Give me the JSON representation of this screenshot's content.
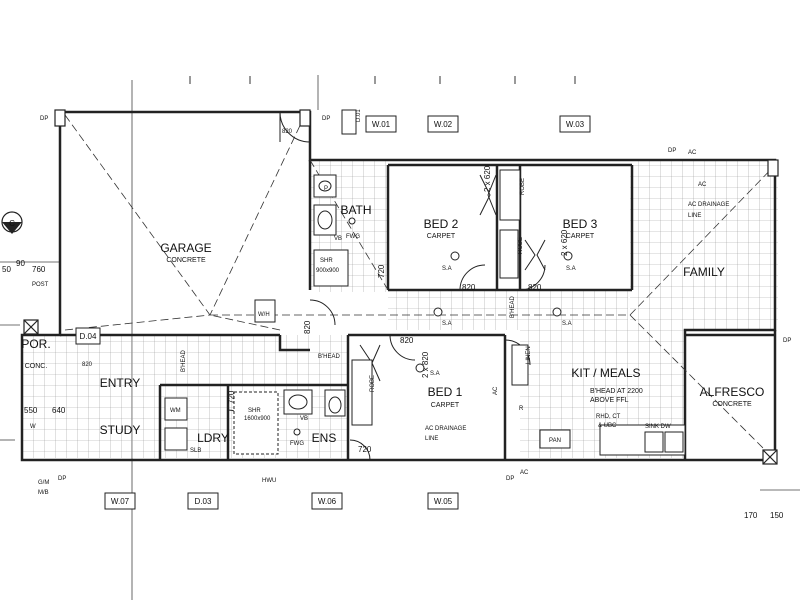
{
  "rooms": {
    "garage": "GARAGE",
    "garage_floor": "CONCRETE",
    "bath": "BATH",
    "bed2": "BED 2",
    "bed2_floor": "CARPET",
    "bed3": "BED 3",
    "bed3_floor": "CARPET",
    "family": "FAMILY",
    "entry": "ENTRY",
    "study": "STUDY",
    "ldry": "LDRY",
    "ens": "ENS",
    "bed1": "BED 1",
    "bed1_floor": "CARPET",
    "kit": "KIT / MEALS",
    "alfresco": "ALFRESCO",
    "alfresco_floor": "CONCRETE",
    "por": "POR.",
    "por_floor": "CONC."
  },
  "labels": {
    "robe": "ROBE",
    "linen": "LINEN",
    "pan": "PAN",
    "bhead": "B'HEAD",
    "bhead_kit": "B'HEAD AT 2200",
    "above_ffl": "ABOVE FFL",
    "rhd": "RHD, CT",
    "ubc": "& UBC",
    "sink_dw": "SINK DW",
    "ac_drainage": "AC DRAINAGE",
    "line": "LINE",
    "ac": "AC",
    "sa": "S.A",
    "shr": "SHR",
    "shr_size": "900x900",
    "shr2": "SHR",
    "shr2_size": "1600x900",
    "vb": "VB",
    "fwg": "FWG",
    "hwu": "HWU",
    "wm": "WM",
    "slb": "SLB",
    "dp": "DP",
    "post": "POST",
    "gm": "G/M",
    "mb": "M/B",
    "wh": "W/H",
    "p": "P",
    "r": "R",
    "w": "W",
    "section_c": "C"
  },
  "dims": {
    "d820": "820",
    "d720": "720",
    "d2x620": "2 x 620",
    "d2x820": "2 x 820",
    "d50": "50",
    "d90": "90",
    "d760": "760",
    "d550": "550",
    "d640": "640",
    "d170": "170",
    "d150": "150"
  },
  "window_tags": {
    "d01": "D.01",
    "w01": "W.01",
    "w02": "W.02",
    "w03": "W.03",
    "d04": "D.04",
    "w07": "W.07",
    "d03": "D.03",
    "w06": "W.06",
    "w05": "W.05"
  },
  "colors": {
    "line": "#222222",
    "tile": "#9a9a9a",
    "dash": "#333333"
  }
}
